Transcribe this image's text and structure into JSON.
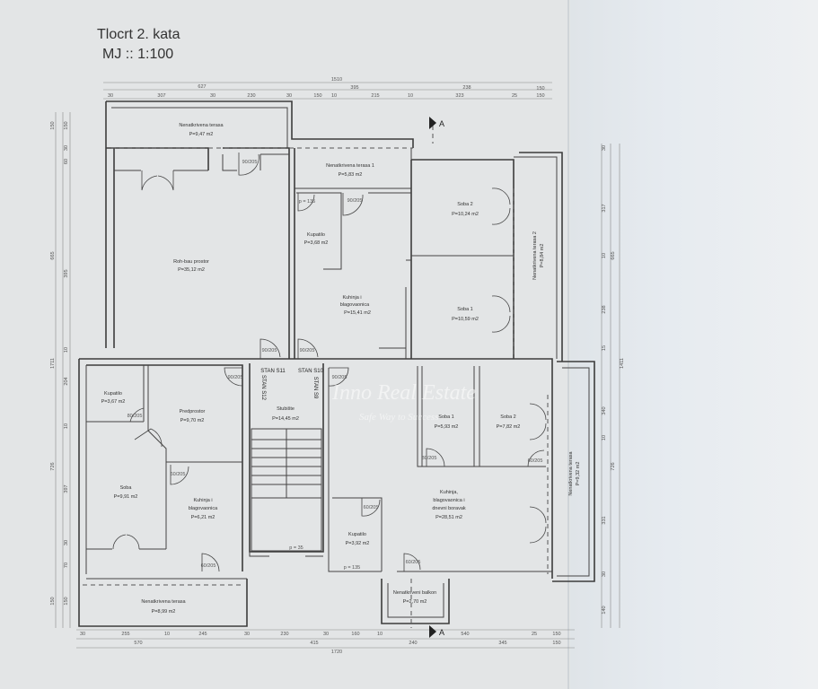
{
  "title": {
    "line1": "Tlocrt 2. kata",
    "line2": "MJ :: 1:100"
  },
  "section_marker": "A",
  "watermark": {
    "line1": "Inno Real Estate",
    "line2": "Safe Way to Success"
  },
  "upper_floor": {
    "terrace_left": {
      "name": "Nenatkrivena terasa",
      "area": "P=9,47 m2"
    },
    "roh_bau": {
      "name": "Roh-bau prostor",
      "area": "P=35,12 m2"
    },
    "terrace_1": {
      "name": "Nenatkrivena terasa 1",
      "area": "P=5,83 m2"
    },
    "kupatilo": {
      "name": "Kupatilo",
      "area": "P=3,68 m2"
    },
    "kuhinja": {
      "name1": "Kuhinja i",
      "name2": "blagovaonica",
      "area": "P=15,41 m2"
    },
    "soba2": {
      "name": "Soba 2",
      "area": "P=10,24 m2"
    },
    "soba1": {
      "name": "Soba 1",
      "area": "P=10,59 m2"
    },
    "terrace_2": {
      "name": "Nenatkrivena terasa 2",
      "area": "P=8,84 m2"
    }
  },
  "lower_floor": {
    "kupatilo_left": {
      "name": "Kupatilo",
      "area": "P=3,67 m2"
    },
    "predprostor": {
      "name": "Predprostor",
      "area": "P=9,70 m2"
    },
    "soba": {
      "name": "Soba",
      "area": "P=9,91 m2"
    },
    "kuhinja_left": {
      "name1": "Kuhinja i",
      "name2": "blagovaonica",
      "area": "P=6,21 m2"
    },
    "stubiste": {
      "name": "Stubište",
      "area": "P=14,45 m2"
    },
    "soba1": {
      "name": "Soba 1",
      "area": "P=5,93 m2"
    },
    "soba2": {
      "name": "Soba 2",
      "area": "P=7,82 m2"
    },
    "dnevni": {
      "name1": "Kuhinja,",
      "name2": "blagovaonica i",
      "name3": "dnevni boravak",
      "area": "P=28,51 m2"
    },
    "kupatilo_right": {
      "name": "Kupatilo",
      "area": "P=3,92 m2"
    },
    "balkon": {
      "name": "Nenatkriveni balkon",
      "area": "P=2,70 m2"
    },
    "terrace_bottom": {
      "name": "Nenatkrivena terasa",
      "area": "P=8,99 m2"
    },
    "terrace_right": {
      "name": "Nenatkrivena terasa",
      "area": "P=9,32 m2"
    }
  },
  "stan_labels": [
    "STAN S11",
    "STAN S10",
    "STAN S12",
    "STAN S9"
  ],
  "door_tags": [
    "80/205",
    "90/205",
    "60/205",
    "p = 135",
    "p = 35"
  ],
  "dims_top_row1": [
    "627",
    "1510",
    "395",
    "238",
    "150"
  ],
  "dims_top_row2": [
    "30",
    "307",
    "30",
    "230",
    "30",
    "150",
    "10",
    "215",
    "10",
    "323",
    "25",
    "150"
  ],
  "dims_bottom_row1": [
    "30",
    "255",
    "10",
    "245",
    "30",
    "230",
    "30",
    "160",
    "10",
    "540",
    "25",
    "150"
  ],
  "dims_bottom_row2": [
    "570",
    "415",
    "240",
    "345",
    "150"
  ],
  "dims_bottom_total": "1720",
  "dims_left_outer": [
    "150",
    "665",
    "1711",
    "726",
    "150"
  ],
  "dims_left_inner": [
    "150",
    "30",
    "60",
    "395",
    "10",
    "204",
    "10",
    "397",
    "30",
    "70",
    "150"
  ],
  "dims_right_inner": [
    "30",
    "317",
    "10",
    "238",
    "15",
    "340",
    "10",
    "331",
    "30",
    "140"
  ],
  "dims_right_outer": [
    "665",
    "726"
  ],
  "dims_right_total": "1411"
}
